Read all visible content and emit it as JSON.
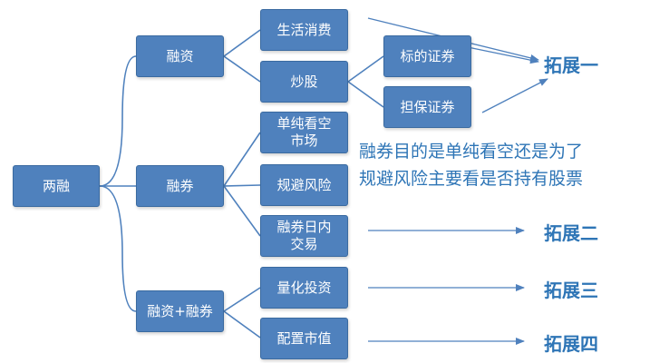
{
  "nodes": {
    "root": "两融",
    "margin_buy": "融资",
    "short_sell": "融券",
    "both": "融资+融券",
    "living_expense": "生活消费",
    "stock_trading": "炒股",
    "target_security": "标的证券",
    "collateral_security": "担保证券",
    "pure_short": "单纯看空\n市场",
    "risk_hedge": "规避风险",
    "intraday_trade": "融券日内\n交易",
    "quant_invest": "量化投资",
    "market_value": "配置市值"
  },
  "extensions": [
    "拓展一",
    "拓展二",
    "拓展三",
    "拓展四"
  ],
  "note_lines": [
    "融券目的是单纯看空还是为了",
    "规避风险主要看是否持有股票"
  ],
  "colors": {
    "box_fill": "#4f81bd",
    "box_border": "#3a6aa0",
    "connector": "#4f81bd",
    "text_accent": "#2e75b6"
  }
}
